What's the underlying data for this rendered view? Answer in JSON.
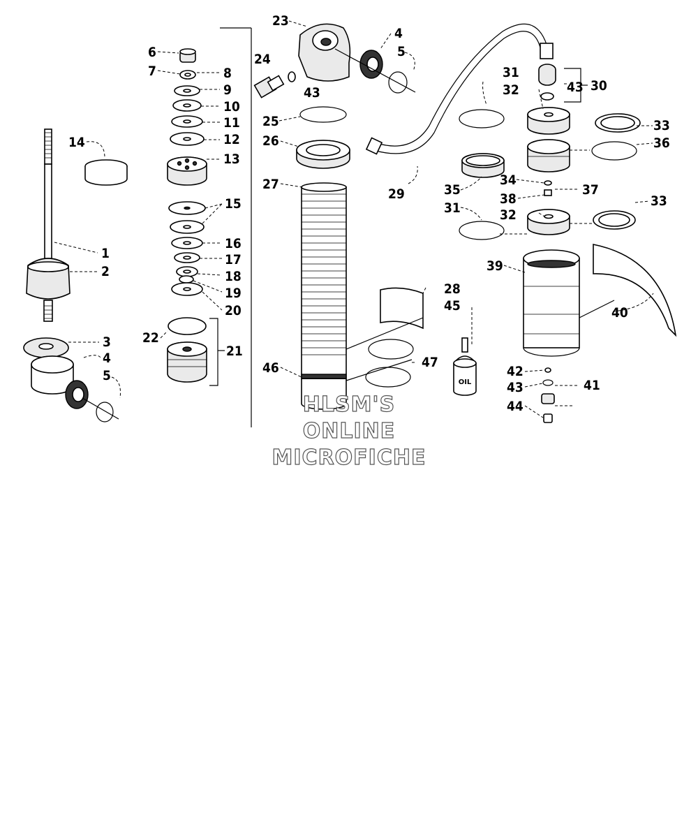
{
  "callouts": {
    "c1": "1",
    "c2": "2",
    "c3": "3",
    "c4a": "4",
    "c5a": "5",
    "c6": "6",
    "c7": "7",
    "c8": "8",
    "c9": "9",
    "c10": "10",
    "c11": "11",
    "c12": "12",
    "c13": "13",
    "c14": "14",
    "c15": "15",
    "c16": "16",
    "c17": "17",
    "c18": "18",
    "c19": "19",
    "c20": "20",
    "c21": "21",
    "c22": "22",
    "c23": "23",
    "c24": "24",
    "c4b": "4",
    "c5b": "5",
    "c43a": "43",
    "c25": "25",
    "c26": "26",
    "c27": "27",
    "c28": "28",
    "c29": "29",
    "c45": "45",
    "c46": "46",
    "c47": "47",
    "c31a": "31",
    "c32a": "32",
    "c43b": "43",
    "c30": "30",
    "c33a": "33",
    "c36": "36",
    "c35": "35",
    "c34": "34",
    "c38": "38",
    "c37": "37",
    "c31b": "31",
    "c32b": "32",
    "c33b": "33",
    "c39": "39",
    "c40": "40",
    "c42": "42",
    "c43c": "43",
    "c41": "41",
    "c44": "44"
  },
  "oil_bottle_label": "OIL",
  "watermark": {
    "line1": "HLSM'S",
    "line2": "ONLINE",
    "line3": "MICROFICHE"
  }
}
